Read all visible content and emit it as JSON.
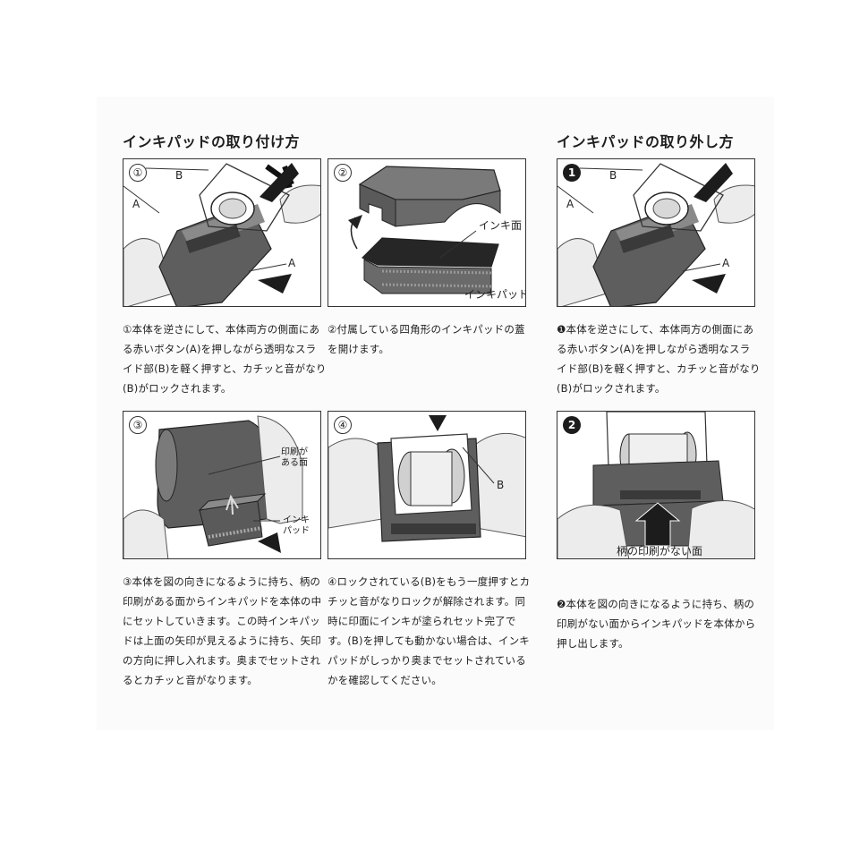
{
  "headings": {
    "attach": "インキパッドの取り付け方",
    "remove": "インキパッドの取り外し方"
  },
  "panels": {
    "a1": {
      "num": "①",
      "labels": {
        "b": "B",
        "a_top": "A",
        "a_bottom": "A"
      },
      "caption": "①本体を逆さにして、本体両方の側面にある赤いボタン(A)を押しながら透明なスライド部(B)を軽く押すと、カチッと音がなり(B)がロックされます。"
    },
    "a2": {
      "num": "②",
      "labels": {
        "ink_face": "インキ面",
        "ink_pad": "インキパッド"
      },
      "caption": "②付属している四角形のインキパッドの蓋を開けます。"
    },
    "a3": {
      "num": "③",
      "labels": {
        "printed_face": "印刷が\nある面",
        "ink_pad": "インキ\nパッド"
      },
      "caption": "③本体を図の向きになるように持ち、柄の印刷がある面からインキパッドを本体の中にセットしていきます。この時インキパッドは上面の矢印が見えるように持ち、矢印の方向に押し入れます。奥までセットされるとカチッと音がなります。"
    },
    "a4": {
      "num": "④",
      "labels": {
        "b": "B"
      },
      "caption": "④ロックされている(B)をもう一度押すとカチッと音がなりロックが解除されます。同時に印面にインキが塗られセット完了です。(B)を押しても動かない場合は、インキパッドがしっかり奥までセットされているかを確認してください。"
    },
    "r1": {
      "num": "1",
      "labels": {
        "b": "B",
        "a_top": "A",
        "a_bottom": "A"
      },
      "caption": "❶本体を逆さにして、本体両方の側面にある赤いボタン(A)を押しながら透明なスライド部(B)を軽く押すと、カチッと音がなり(B)がロックされます。"
    },
    "r2": {
      "num": "2",
      "labels": {
        "no_print_face": "柄の印刷がない面"
      },
      "caption": "❷本体を図の向きになるように持ち、柄の印刷がない面からインキパッドを本体から押し出します。"
    }
  },
  "colors": {
    "ink": "#1c1c1c",
    "body_gray": "#5e5e5e",
    "pad_dark": "#3a3a3a",
    "skin": "#ececec"
  },
  "icons": [
    "press-arrow-icon",
    "curved-arrow-icon",
    "hand-illustration"
  ]
}
